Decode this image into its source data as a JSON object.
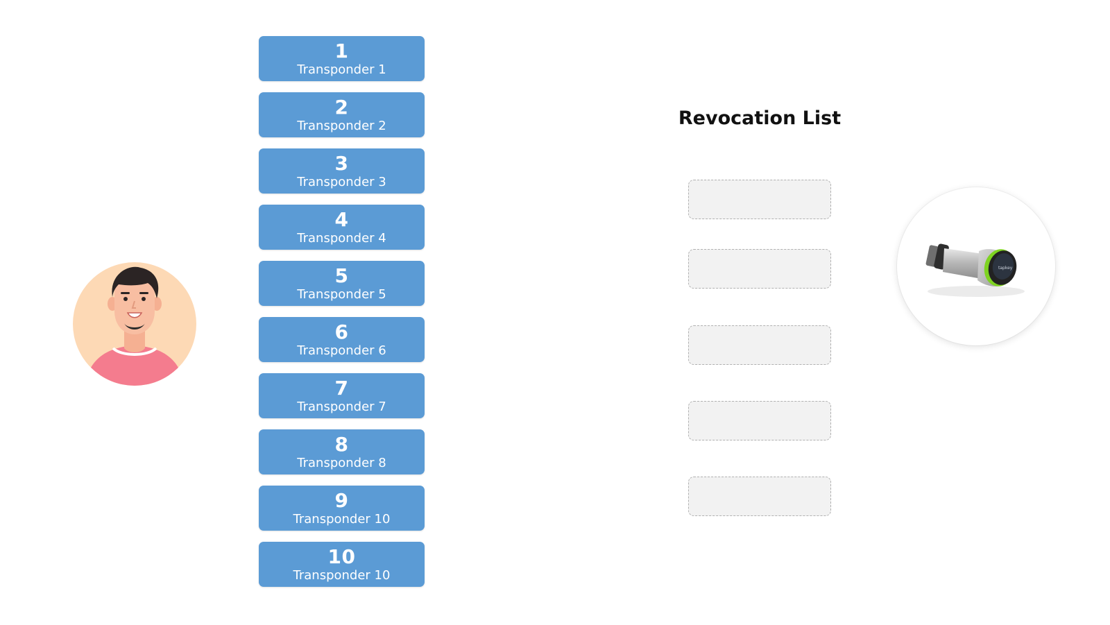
{
  "transponders": [
    {
      "number": "1",
      "label": "Transponder 1"
    },
    {
      "number": "2",
      "label": "Transponder 2"
    },
    {
      "number": "3",
      "label": "Transponder 3"
    },
    {
      "number": "4",
      "label": "Transponder 4"
    },
    {
      "number": "5",
      "label": "Transponder 5"
    },
    {
      "number": "6",
      "label": "Transponder 6"
    },
    {
      "number": "7",
      "label": "Transponder 7"
    },
    {
      "number": "8",
      "label": "Transponder 8"
    },
    {
      "number": "9",
      "label": "Transponder 10"
    },
    {
      "number": "10",
      "label": "Transponder 10"
    }
  ],
  "revocation": {
    "title": "Revocation List",
    "slot_count": 5
  },
  "lock": {
    "brand": "tapkey",
    "icon": "lock-cylinder-icon"
  },
  "avatar": {
    "icon": "user-avatar-icon"
  },
  "colors": {
    "transponder_bg": "#5b9bd5",
    "slot_bg": "#f2f2f2",
    "slot_border": "#b0b0b0",
    "lock_ring": "#7ed321"
  }
}
